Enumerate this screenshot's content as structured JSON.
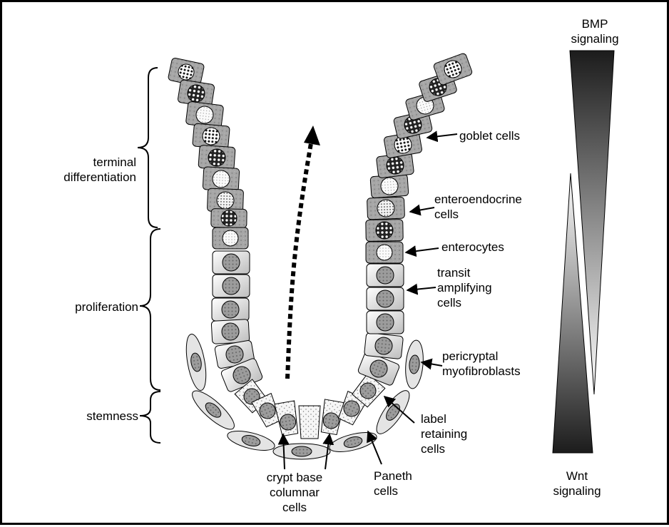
{
  "labels": {
    "terminal_differentiation": "terminal\ndifferentiation",
    "proliferation": "proliferation",
    "stemness": "stemness",
    "goblet_cells": "goblet cells",
    "enteroendocrine_cells": "enteroendocrine\ncells",
    "enterocytes": "enterocytes",
    "transit_amplifying_cells": "transit\namplifying\ncells",
    "pericryptal_myofibroblasts": "pericryptal\nmyofibroblasts",
    "label_retaining_cells": "label\nretaining\ncells",
    "paneth_cells": "Paneth\ncells",
    "crypt_base_columnar_cells": "crypt base\ncolumnar\ncells",
    "bmp_signaling": "BMP\nsignaling",
    "wnt_signaling": "Wnt\nsignaling"
  },
  "gradients": {
    "bmp": {
      "label_ref": "bmp_signaling",
      "direction": "decreasing downward",
      "dark": "#222222",
      "light": "#ffffff"
    },
    "wnt": {
      "label_ref": "wnt_signaling",
      "direction": "decreasing upward",
      "dark": "#222222",
      "light": "#ffffff"
    }
  },
  "cell_types": [
    "goblet-cell",
    "enteroendocrine-cell",
    "enterocyte",
    "transit-amplifying-cell",
    "paneth-cell",
    "crypt-base-columnar-cell",
    "pericryptal-myofibroblast"
  ],
  "colors": {
    "outline": "#000000",
    "cell_fill_textured": "#a6a6a6",
    "cell_fill_plain": "#e6e6e6",
    "nucleus": "#9a9a9a"
  }
}
